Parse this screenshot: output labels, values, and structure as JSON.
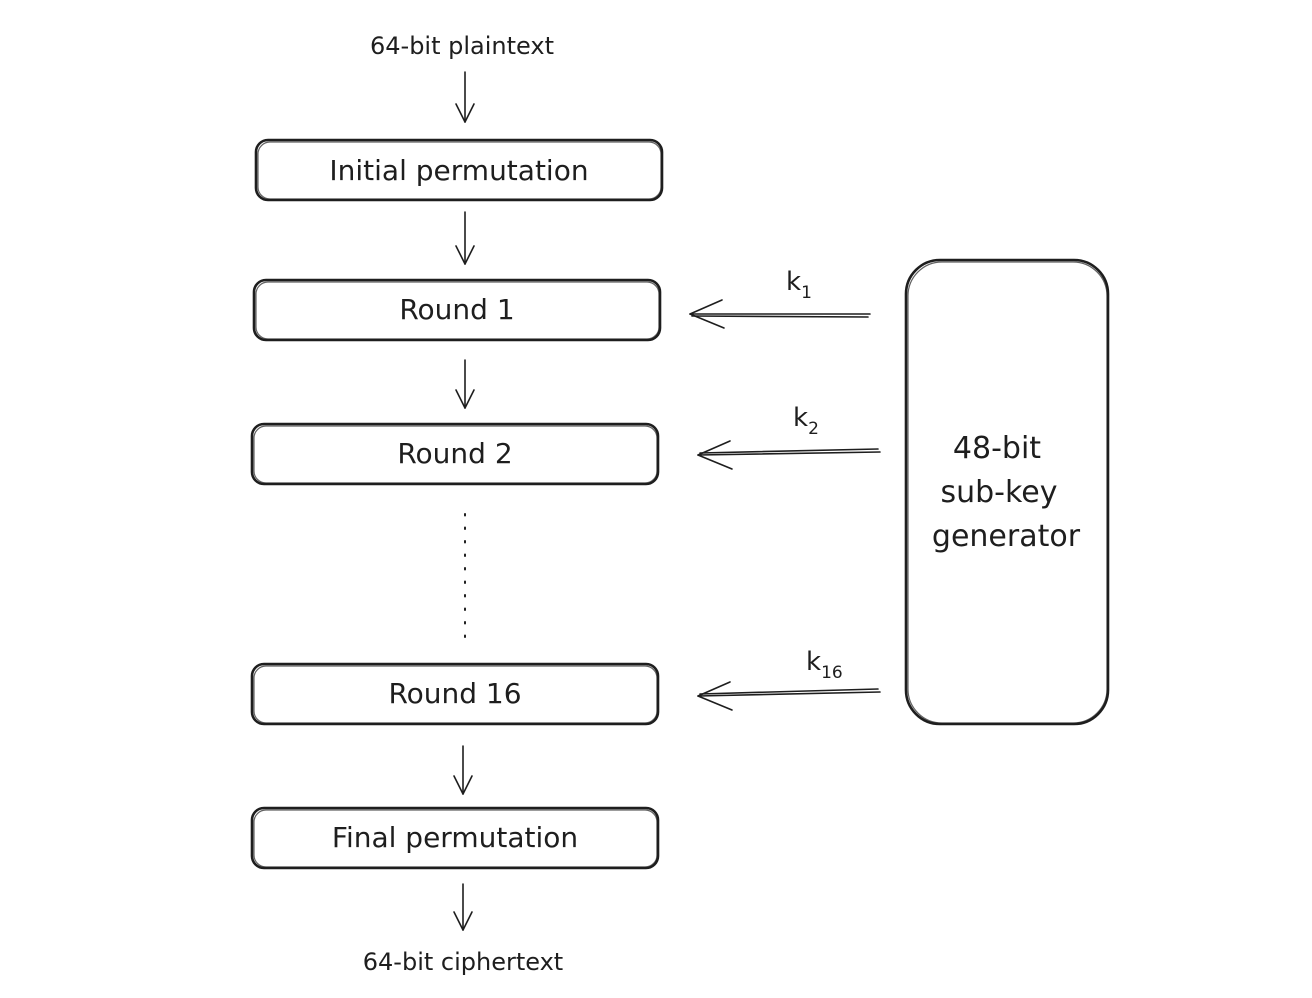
{
  "input_label": "64-bit plaintext",
  "output_label": "64-bit ciphertext",
  "output_color": "#c92a2a",
  "stages": {
    "initial": "Initial permutation",
    "round1": "Round 1",
    "round2": "Round 2",
    "round16": "Round 16",
    "final": "Final permutation"
  },
  "keys": {
    "k1": {
      "base": "k",
      "sub": "1"
    },
    "k2": {
      "base": "k",
      "sub": "2"
    },
    "k16": {
      "base": "k",
      "sub": "16"
    }
  },
  "generator": {
    "lines": [
      "48-bit",
      "sub-key",
      "generator"
    ],
    "fill_color": "#fff3bf",
    "hatch_color": "#f0d060"
  }
}
